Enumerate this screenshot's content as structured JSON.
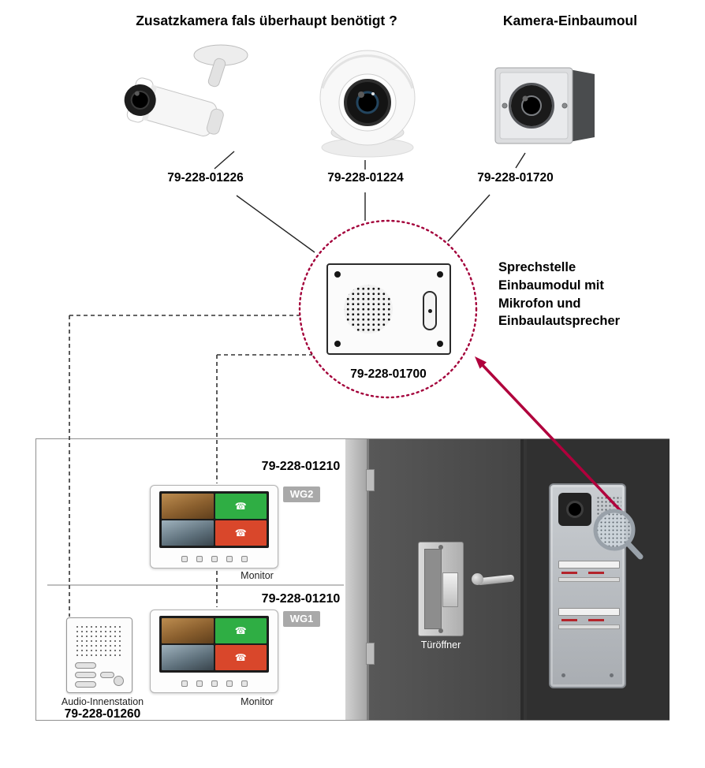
{
  "titles": {
    "extra_camera": "Zusatzkamera fals überhaupt benötigt ?",
    "camera_module": "Kamera-Einbaumoul"
  },
  "part_numbers": {
    "bullet_camera": "79-228-01226",
    "dome_camera": "79-228-01224",
    "camera_module": "79-228-01720",
    "speech_module": "79-228-01700",
    "monitor_wg2": "79-228-01210",
    "monitor_wg1": "79-228-01210",
    "audio_station": "79-228-01260"
  },
  "speech_module": {
    "description": [
      "Sprechstelle",
      "Einbaumodul mit",
      "Mikrofon und",
      "Einbaulautsprecher"
    ]
  },
  "monitors": [
    {
      "badge": "WG2",
      "caption": "Monitor"
    },
    {
      "badge": "WG1",
      "caption": "Monitor"
    }
  ],
  "audio_station": {
    "caption": "Audio-Innenstation"
  },
  "door": {
    "opener_label": "Türöffner"
  },
  "icons": {
    "phone_glyph": "☎"
  },
  "colors": {
    "accent_red": "#b0003c",
    "tile_green": "#2fae44",
    "tile_red": "#d9472b",
    "badge_gray": "#a9a9a9"
  }
}
